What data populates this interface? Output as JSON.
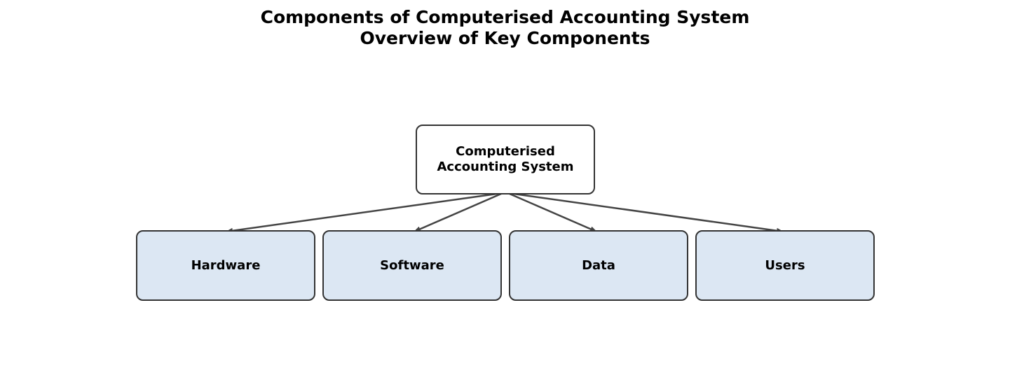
{
  "title": {
    "line1": "Components of Computerised Accounting System",
    "line2": "Overview of Key Components"
  },
  "root": {
    "line1": "Computerised",
    "line2": "Accounting System"
  },
  "components": [
    {
      "label": "Hardware"
    },
    {
      "label": "Software"
    },
    {
      "label": "Data"
    },
    {
      "label": "Users"
    }
  ],
  "colors": {
    "component_fill": "#dce7f3",
    "root_fill": "#ffffff",
    "border": "#333333",
    "arrow": "#444444"
  }
}
